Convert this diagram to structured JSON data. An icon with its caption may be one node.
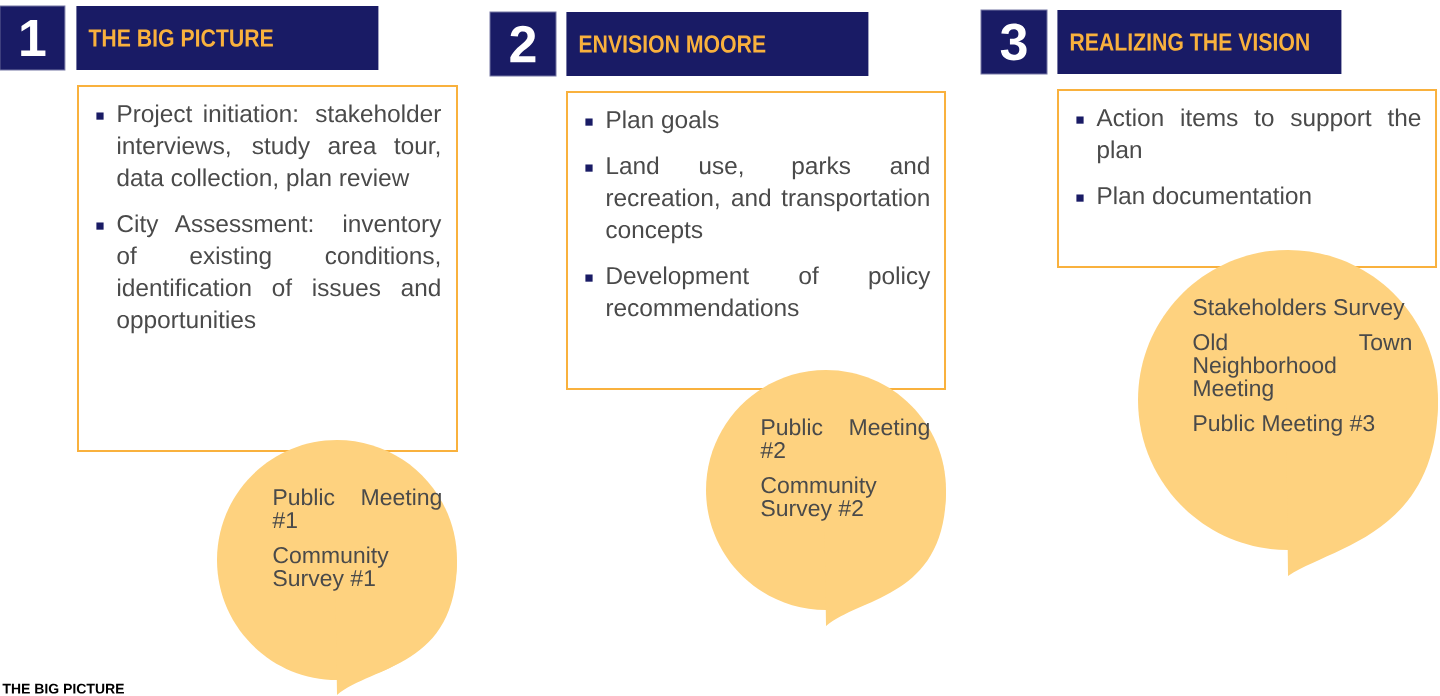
{
  "diagram": {
    "nodes": [
      {
        "text": [
          "1"
        ]
      },
      {
        "text": [
          "THE BIG PICTURE"
        ]
      },
      {
        "text": [
          "Project initiation: stakeholder interviews, study area tour, data collection, plan review",
          "City Assessment: inventory of existing conditions, identification of issues and opportunities"
        ]
      },
      {
        "text": [
          "Public Meeting #1",
          "Community Survey #1"
        ]
      },
      {
        "text": [
          "2"
        ]
      },
      {
        "text": [
          "ENVISION MOORE"
        ]
      },
      {
        "text": [
          "Plan goals",
          "Land use, parks and recreation, and transportation concepts",
          "Development of policy recommendations"
        ]
      },
      {
        "text": [
          "Public Meeting #2",
          "Community Survey #2"
        ]
      },
      {
        "text": [
          "3"
        ]
      },
      {
        "text": [
          "REALIZING THE VISION"
        ]
      },
      {
        "text": [
          "Action items to support the plan",
          "Plan documentation"
        ]
      },
      {
        "text": [
          "Stakeholders Survey",
          "Old Town Neighborhood Meeting",
          "Public Meeting #3"
        ]
      }
    ],
    "labels": [
      "THE BIG PICTURE"
    ]
  }
}
